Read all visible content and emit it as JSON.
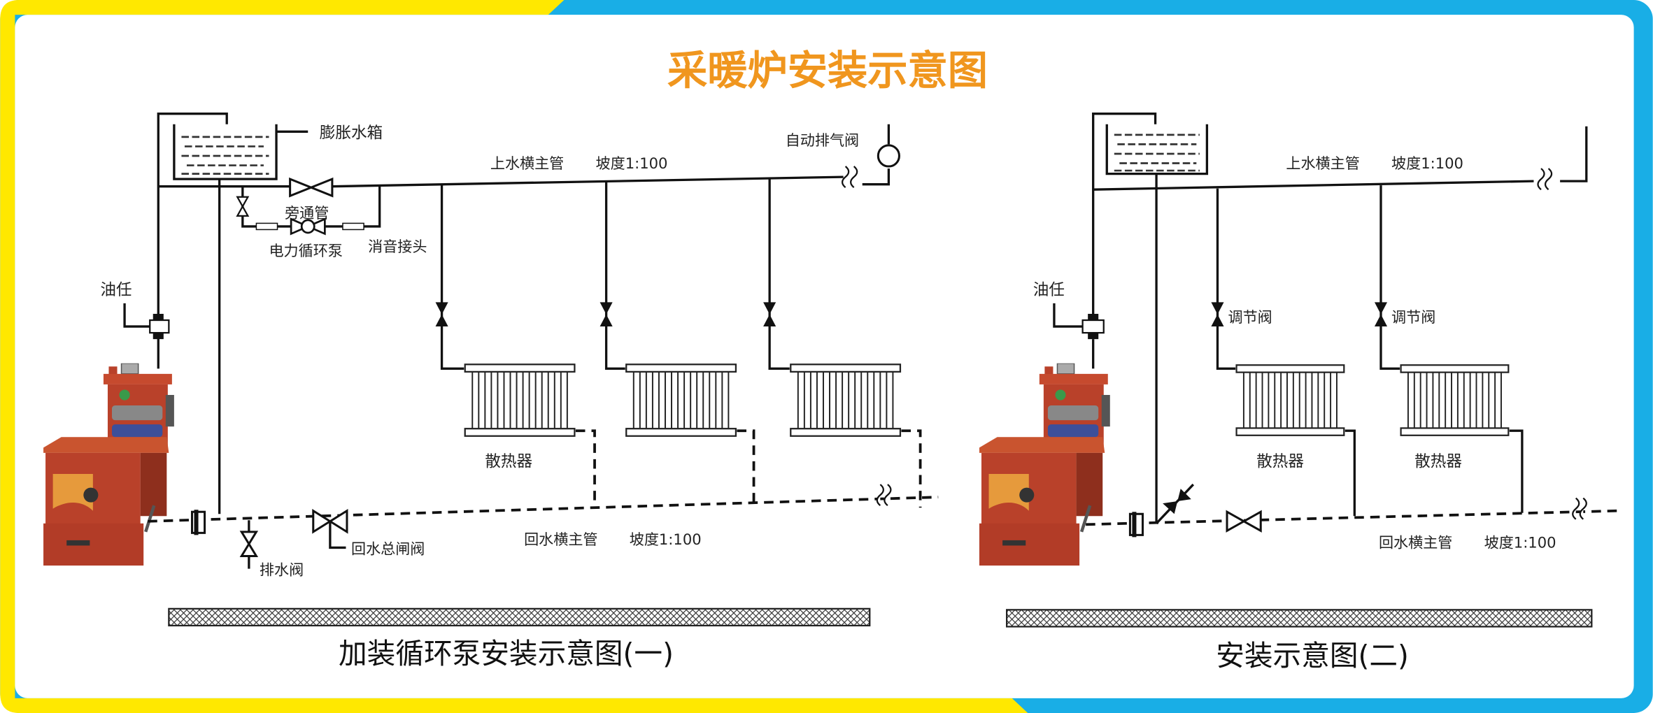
{
  "title": "采暖炉安装示意图",
  "colors": {
    "title": "#f0961e",
    "border_yellow": "#ffe800",
    "border_blue": "#19aee6",
    "boiler": "#b9412a"
  },
  "diagram1": {
    "expansion_tank": "膨胀水箱",
    "supply_main": "上水横主管",
    "slope_top": "坡度1:100",
    "air_valve": "自动排气阀",
    "bypass": "旁通管",
    "pump": "电力循环泵",
    "muffler_joint": "消音接头",
    "union": "油任",
    "radiator": "散热器",
    "return_main": "回水横主管",
    "slope_bottom": "坡度1:100",
    "return_gate_valve": "回水总闸阀",
    "drain_valve": "排水阀",
    "caption": "加装循环泵安装示意图(一)"
  },
  "diagram2": {
    "supply_main": "上水横主管",
    "slope_top": "坡度1:100",
    "union": "油任",
    "regulating_valve_1": "调节阀",
    "regulating_valve_2": "调节阀",
    "radiator_1": "散热器",
    "radiator_2": "散热器",
    "return_main": "回水横主管",
    "slope_bottom": "坡度1:100",
    "caption": "安装示意图(二)"
  }
}
